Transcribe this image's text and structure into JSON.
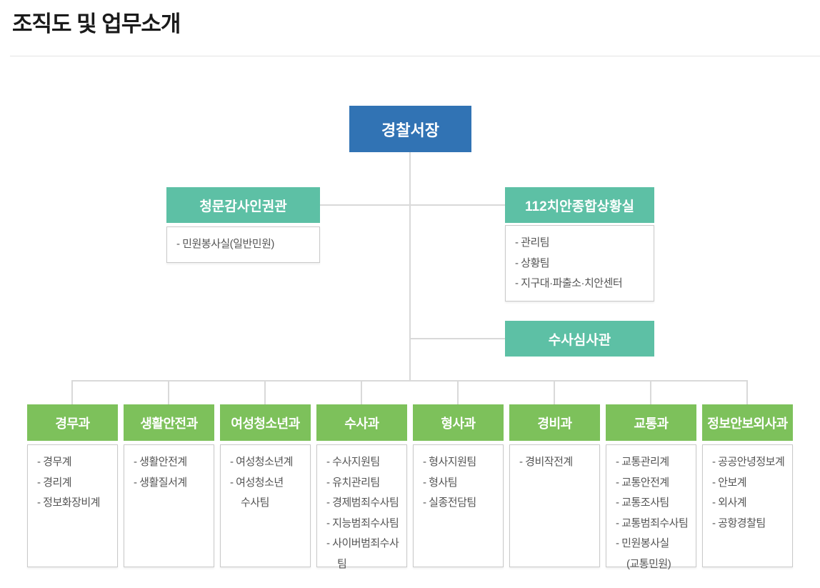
{
  "page": {
    "title": "조직도 및 업무소개"
  },
  "org_chart": {
    "root": {
      "label": "경찰서장"
    },
    "staff_offices": [
      {
        "label": "청문감사인권관",
        "sub_units": [
          "민원봉사실(일반민원)"
        ]
      },
      {
        "label": "112치안종합상황실",
        "sub_units": [
          "관리팀",
          "상황팀",
          "지구대·파출소·치안센터"
        ]
      },
      {
        "label": "수사심사관",
        "sub_units": []
      }
    ],
    "departments": [
      {
        "label": "경무과",
        "sub_units": [
          "경무계",
          "경리계",
          "정보화장비계"
        ]
      },
      {
        "label": "생활안전과",
        "sub_units": [
          "생활안전계",
          "생활질서계"
        ]
      },
      {
        "label": "여성청소년과",
        "sub_units": [
          "여성청소년계",
          "여성청소년\n수사팀"
        ]
      },
      {
        "label": "수사과",
        "sub_units": [
          "수사지원팀",
          "유치관리팀",
          "경제범죄수사팀",
          "지능범죄수사팀",
          "사이버범죄수사팀"
        ]
      },
      {
        "label": "형사과",
        "sub_units": [
          "형사지원팀",
          "형사팀",
          "실종전담팀"
        ]
      },
      {
        "label": "경비과",
        "sub_units": [
          "경비작전계"
        ]
      },
      {
        "label": "교통과",
        "sub_units": [
          "교통관리계",
          "교통안전계",
          "교통조사팀",
          "교통범죄수사팀",
          "민원봉사실\n(교통민원)"
        ]
      },
      {
        "label": "정보안보외사과",
        "sub_units": [
          "공공안녕정보계",
          "안보계",
          "외사계",
          "공항경찰팀"
        ]
      }
    ],
    "colors": {
      "root_bg": "#3173b4",
      "staff_bg": "#5dc0a5",
      "dept_bg": "#7dc15b",
      "connector": "#d9d9d9",
      "sub_border": "#c9c9c9",
      "sub_text": "#555555",
      "title_text": "#1a1a1a",
      "divider": "#e4e4e4"
    }
  }
}
